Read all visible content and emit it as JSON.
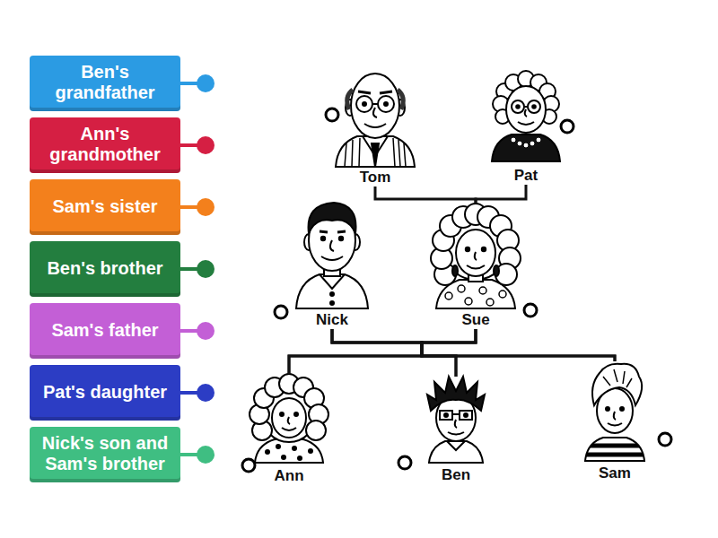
{
  "diagram": {
    "nodes": [
      {
        "text": [
          "Ben's grandfather"
        ]
      },
      {
        "text": [
          "Ann's grandmother"
        ]
      },
      {
        "text": [
          "Sam's sister"
        ]
      },
      {
        "text": [
          "Ben's brother"
        ]
      },
      {
        "text": [
          "Sam's father"
        ]
      },
      {
        "text": [
          "Pat's daughter"
        ]
      },
      {
        "text": [
          "Nick's son and Sam's brother"
        ]
      },
      {
        "text": [
          "Tom"
        ]
      },
      {
        "text": [
          "Pat"
        ]
      },
      {
        "text": [
          "Nick"
        ]
      },
      {
        "text": [
          "Sue"
        ]
      },
      {
        "text": [
          "Ann"
        ]
      },
      {
        "text": [
          "Ben"
        ]
      },
      {
        "text": [
          "Sam"
        ]
      }
    ],
    "edges": [
      {
        "from": 7,
        "to": 10,
        "arrow": "none"
      },
      {
        "from": 8,
        "to": 10,
        "arrow": "none"
      },
      {
        "from": 9,
        "to": 11,
        "arrow": "none"
      },
      {
        "from": 9,
        "to": 12,
        "arrow": "none"
      },
      {
        "from": 9,
        "to": 13,
        "arrow": "none"
      },
      {
        "from": 10,
        "to": 11,
        "arrow": "none"
      },
      {
        "from": 10,
        "to": 12,
        "arrow": "none"
      },
      {
        "from": 10,
        "to": 13,
        "arrow": "none"
      }
    ]
  }
}
